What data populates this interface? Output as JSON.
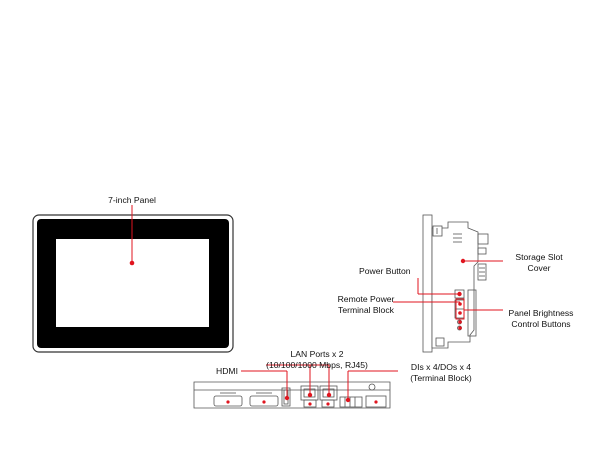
{
  "diagram": {
    "accent_color": "#e0151f",
    "labels": {
      "panel": "7-inch Panel",
      "storage_slot_line1": "Storage Slot",
      "storage_slot_line2": "Cover",
      "power_button": "Power Button",
      "remote_power_line1": "Remote Power",
      "remote_power_line2": "Terminal Block",
      "brightness_line1": "Panel Brightness",
      "brightness_line2": "Control Buttons",
      "lan_line1": "LAN Ports x 2",
      "lan_line2": "(10/100/1000 Mbps, RJ45)",
      "hdmi": "HDMI",
      "dio_line1": "DIs x 4/DOs x 4",
      "dio_line2": "(Terminal Block)"
    }
  }
}
